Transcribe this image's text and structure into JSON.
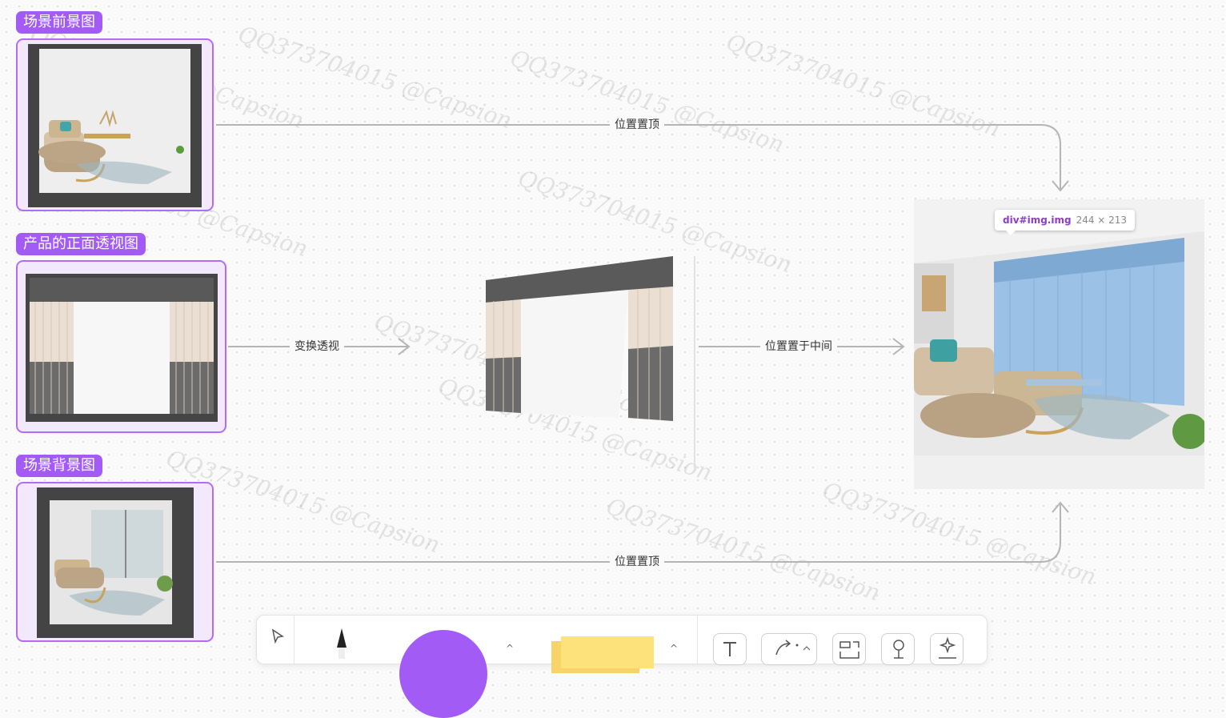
{
  "nodes": {
    "foreground": {
      "label": "场景前景图"
    },
    "product": {
      "label": "产品的正面透视图"
    },
    "background": {
      "label": "场景背景图"
    }
  },
  "connectors": {
    "top": "位置置顶",
    "transform": "变换透视",
    "center": "位置置于中间",
    "bottom": "位置置顶"
  },
  "inspector_tooltip": {
    "selector": "div#img.img",
    "size": "244 × 213"
  },
  "watermark_text": "QQ373704015 @Capsion",
  "colors": {
    "accent": "#a25bf5",
    "frame_border": "#b36cf7",
    "frame_fill": "#f3e9fc",
    "line": "#b5b5b5"
  },
  "toolbar": {
    "tools": [
      "pointer-icon",
      "pen-icon",
      "color-picker",
      "sticky-note",
      "text-icon",
      "connector-icon",
      "frame-icon",
      "location-icon",
      "ai-icon"
    ]
  }
}
